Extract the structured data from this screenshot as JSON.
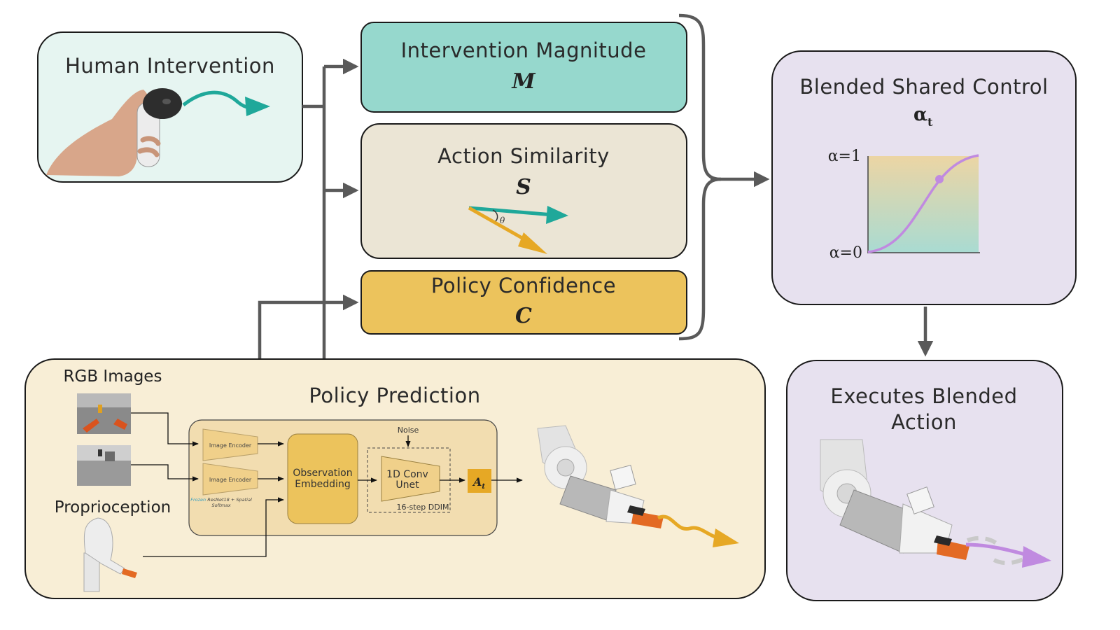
{
  "human_intervention": {
    "title": "Human Intervention"
  },
  "magnitude": {
    "title": "Intervention Magnitude",
    "symbol": "M"
  },
  "similarity": {
    "title": "Action Similarity",
    "symbol": "S",
    "angle_label": "θ"
  },
  "confidence": {
    "title": "Policy Confidence",
    "symbol": "C"
  },
  "blended": {
    "title": "Blended Shared Control",
    "symbol": "α",
    "symbol_sub": "t",
    "axis_top": "α=1",
    "axis_bottom": "α=0"
  },
  "executes": {
    "title_line1": "Executes Blended",
    "title_line2": "Action"
  },
  "policy": {
    "title": "Policy Prediction",
    "rgb_label": "RGB Images",
    "proprio_label": "Proprioception",
    "encoder1": "Image Encoder",
    "encoder2": "Image Encoder",
    "frozen_label": "Frozen",
    "frozen_rest": " ResNet18 + Spatial",
    "softmax_label": "Softmax",
    "obs_line1": "Observation",
    "obs_line2": "Embedding",
    "noise_label": "Noise",
    "unet_line1": "1D Conv",
    "unet_line2": "Unet",
    "ddim_label": "16-step DDIM",
    "action_symbol": "A",
    "action_sub": "t"
  },
  "colors": {
    "teal": "#1fa89a",
    "teal_box": "#96d8cd",
    "beige_box": "#ebe5d5",
    "gold_box": "#ecc35c",
    "gold_arrow": "#e6a825",
    "lavender_box": "#e7e1ef",
    "cream_box": "#f8eed6",
    "purple_curve": "#c08ae0",
    "arrow_gray": "#5a5a5a"
  }
}
